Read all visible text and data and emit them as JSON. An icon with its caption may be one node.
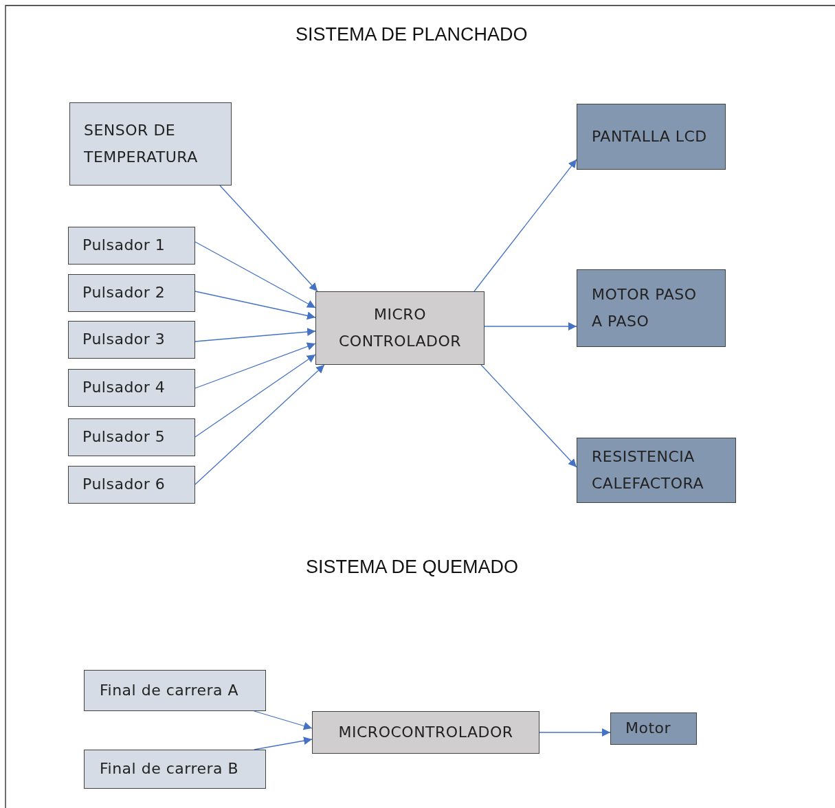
{
  "diagram": {
    "title": "SISTEMA DE PLANCHADO",
    "nodes": [
      {
        "text": [
          "SENSOR DE TEMPERATURA"
        ]
      },
      {
        "text": [
          "Pulsador 1"
        ]
      },
      {
        "text": [
          "Pulsador 2"
        ]
      },
      {
        "text": [
          "Pulsador 3"
        ]
      },
      {
        "text": [
          "Pulsador 4"
        ]
      },
      {
        "text": [
          "Pulsador 5"
        ]
      },
      {
        "text": [
          "Pulsador 6"
        ]
      },
      {
        "text": [
          "MICRO CONTROLADOR"
        ]
      },
      {
        "text": [
          "PANTALLA LCD"
        ]
      },
      {
        "text": [
          "MOTOR PASO A PASO"
        ]
      },
      {
        "text": [
          "RESISTENCIA CALEFACTORA"
        ]
      },
      {
        "text": [
          "Final de carrera A"
        ]
      },
      {
        "text": [
          "Final de carrera B"
        ]
      },
      {
        "text": [
          "MICROCONTROLADOR"
        ]
      },
      {
        "text": [
          "Motor"
        ]
      }
    ],
    "edges": [
      {
        "from": 0,
        "to": 7,
        "arrow": "to"
      },
      {
        "from": 1,
        "to": 7,
        "arrow": "to"
      },
      {
        "from": 2,
        "to": 7,
        "arrow": "to"
      },
      {
        "from": 3,
        "to": 7,
        "arrow": "to"
      },
      {
        "from": 4,
        "to": 7,
        "arrow": "to"
      },
      {
        "from": 5,
        "to": 7,
        "arrow": "to"
      },
      {
        "from": 6,
        "to": 7,
        "arrow": "to"
      },
      {
        "from": 7,
        "to": 8,
        "arrow": "to"
      },
      {
        "from": 7,
        "to": 9,
        "arrow": "to"
      },
      {
        "from": 7,
        "to": 10,
        "arrow": "to"
      },
      {
        "from": 11,
        "to": 13,
        "arrow": "to"
      },
      {
        "from": 12,
        "to": 13,
        "arrow": "to"
      },
      {
        "from": 13,
        "to": 14,
        "arrow": "to"
      }
    ],
    "labels": [
      "SISTEMA DE QUEMADO"
    ]
  }
}
